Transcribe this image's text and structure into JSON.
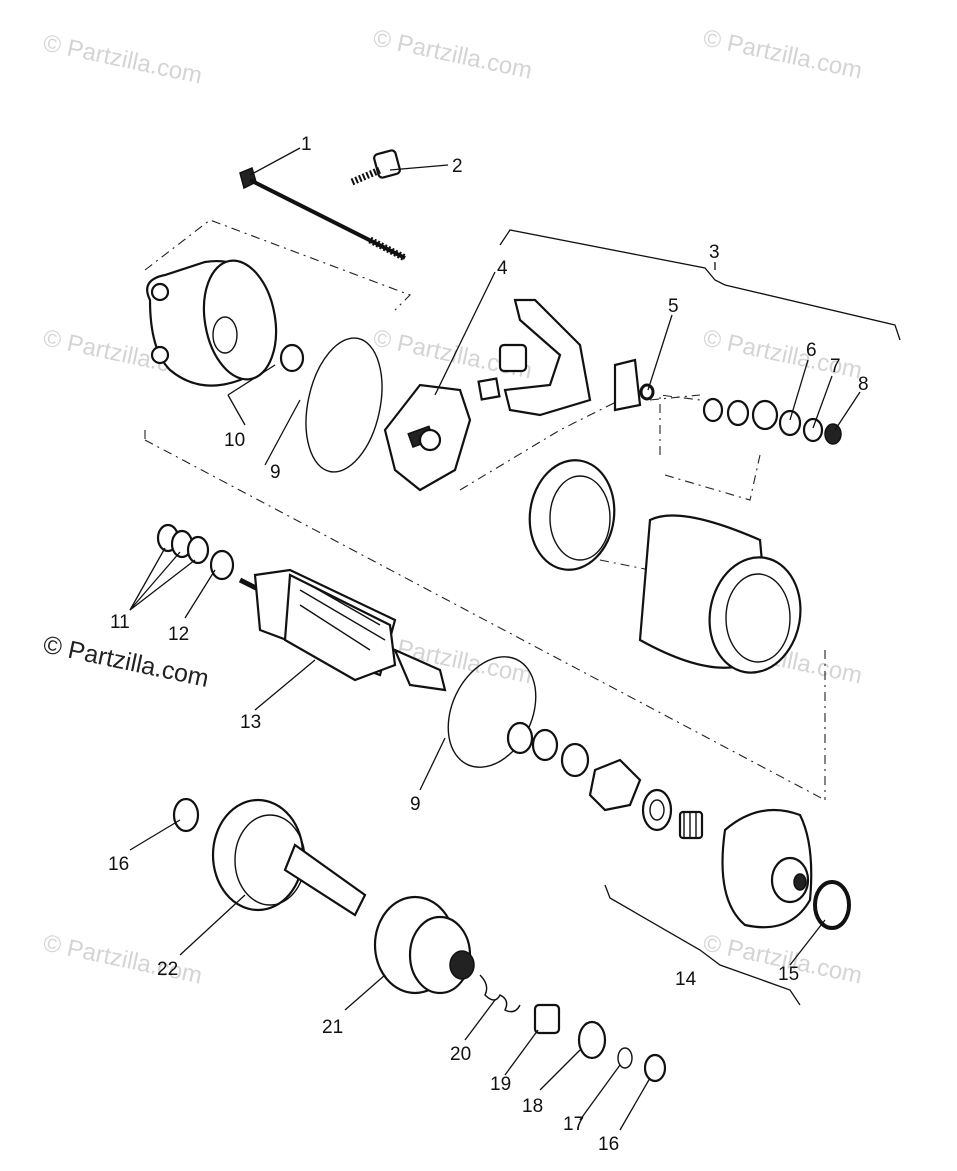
{
  "watermarks": {
    "text": "© Partzilla.com",
    "main": "© Partzilla.com"
  },
  "callouts": {
    "c1": "1",
    "c2": "2",
    "c3": "3",
    "c4": "4",
    "c5": "5",
    "c6": "6",
    "c7": "7",
    "c8": "8",
    "c9a": "9",
    "c9b": "9",
    "c10": "10",
    "c11": "11",
    "c12": "12",
    "c13": "13",
    "c14": "14",
    "c15": "15",
    "c16a": "16",
    "c16b": "16",
    "c17": "17",
    "c18": "18",
    "c19": "19",
    "c20": "20",
    "c21": "21",
    "c22": "22"
  }
}
